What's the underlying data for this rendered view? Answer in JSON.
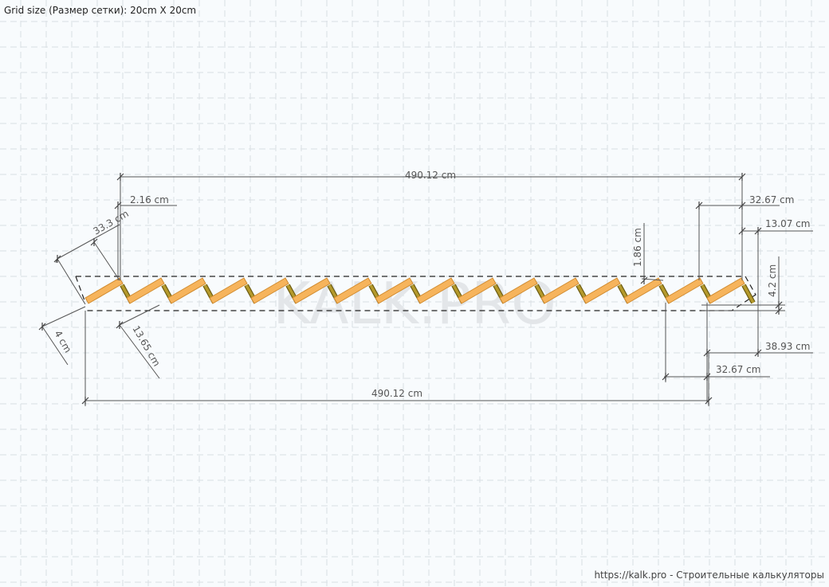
{
  "header": {
    "grid_size": "Grid size (Размер сетки): 20cm X 20cm"
  },
  "footer": {
    "credit": "https://kalk.pro - Строительные калькуляторы"
  },
  "watermark": "KALK.PRO",
  "colors": {
    "tread": "#f6b45c",
    "tread_border": "#d08a2e",
    "riser": "#b59a2c",
    "dim": "#555555",
    "grid": "#d9dfe4"
  },
  "stair": {
    "tread_count": 16
  },
  "dimensions": {
    "top_length": "490.12 cm",
    "bottom_length": "490.12 cm",
    "overhang": "2.16 cm",
    "tread_depth": "33.3 cm",
    "tread_thickness": "4 cm",
    "riser_height": "13.65 cm",
    "step_run_top": "32.67 cm",
    "end_offset": "13.07 cm",
    "riser_thickness": "1.86 cm",
    "stringer_height": "4.2 cm",
    "last_run": "38.93 cm",
    "step_run_bottom": "32.67 cm"
  }
}
